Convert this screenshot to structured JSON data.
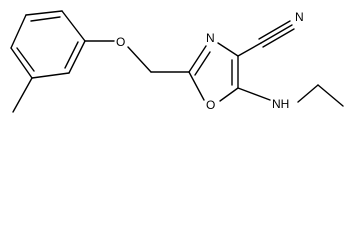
{
  "molecule": {
    "atoms": {
      "oxygen_ether": "O",
      "nitrogen_ring": "N",
      "oxygen_ring": "O",
      "nitrile_nitrogen": "N",
      "amine": "NH"
    }
  },
  "colors": {
    "bond": "#000000",
    "background": "#ffffff"
  }
}
